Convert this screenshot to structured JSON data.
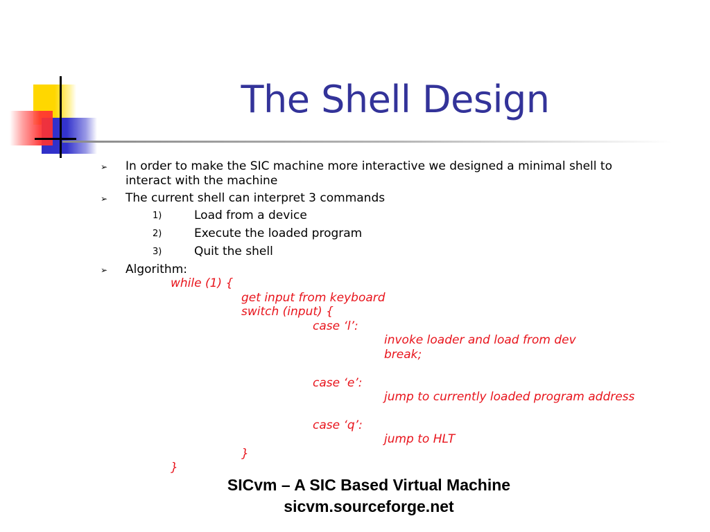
{
  "slide": {
    "title": "The Shell Design",
    "bullets": [
      {
        "marker": "➢",
        "line1": "In order to make the SIC machine more interactive we designed a minimal shell to",
        "line2": "interact with the machine"
      },
      {
        "marker": "➢",
        "text": "The current shell can interpret 3 commands"
      },
      {
        "marker": "➢",
        "text": "Algorithm:"
      }
    ],
    "commands": [
      {
        "num": "1)",
        "text": "Load from a device"
      },
      {
        "num": "2)",
        "text": "Execute the loaded program"
      },
      {
        "num": "3)",
        "text": "Quit the shell"
      }
    ],
    "algorithm": [
      "while (1) {",
      "get input from keyboard",
      "switch (input) {",
      "case ‘l’:",
      "invoke loader and load from dev",
      "break;",
      "case ‘e’:",
      "jump to currently loaded program address",
      "case ‘q’:",
      "jump to HLT",
      "}",
      "}"
    ],
    "footer": {
      "line1": "SICvm – A SIC Based Virtual Machine",
      "line2": "sicvm.sourceforge.net"
    }
  },
  "colors": {
    "title": "#333399",
    "code": "#e8141c",
    "deco_yellow": "#ffd700",
    "deco_blue": "#3333cc",
    "deco_red": "#ff3333"
  }
}
